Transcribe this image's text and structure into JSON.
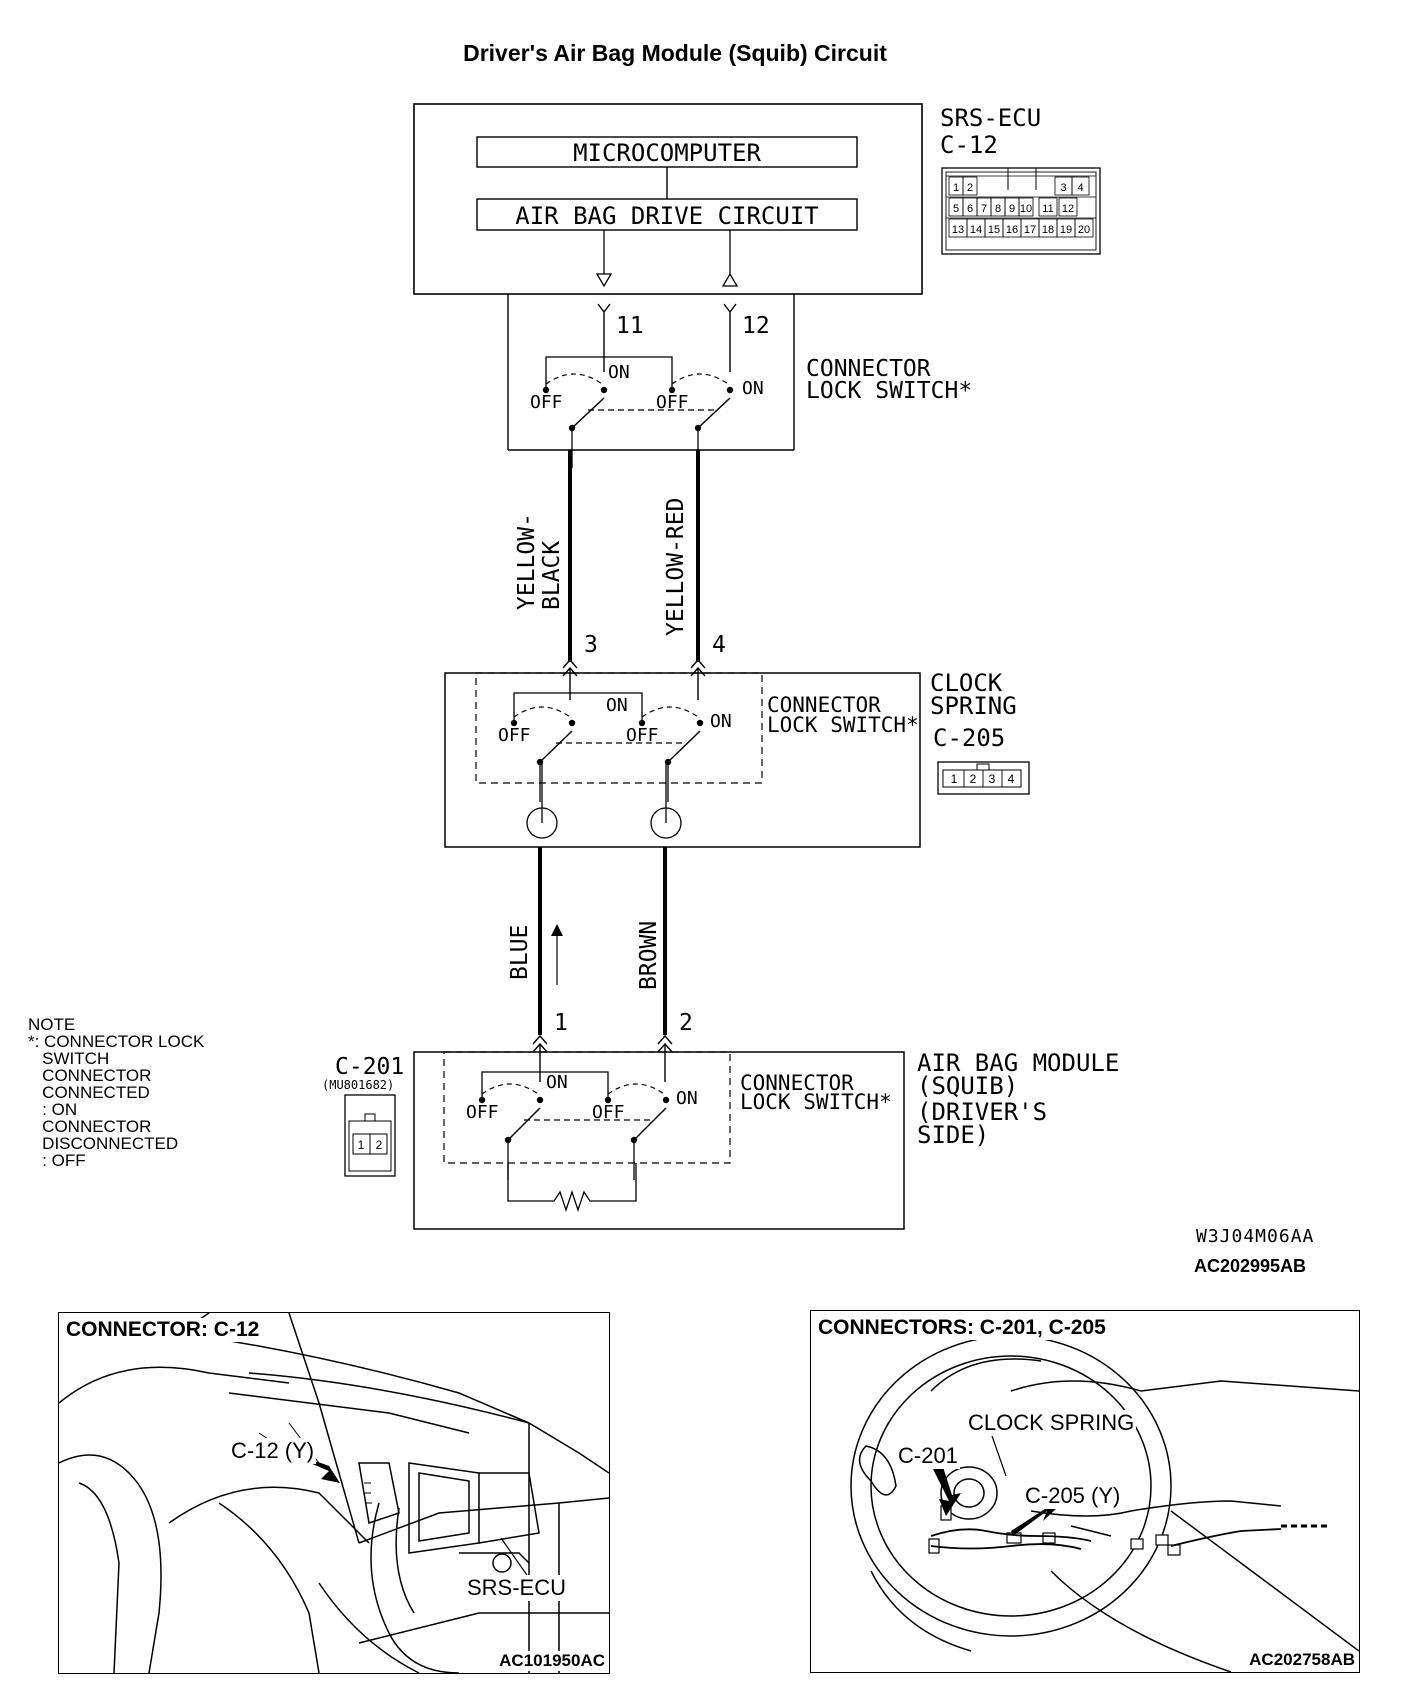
{
  "title": "Driver's Air Bag Module (Squib) Circuit",
  "srs_ecu": {
    "name": "SRS-ECU",
    "connector": "C-12",
    "microcomputer": "MICROCOMPUTER",
    "drive_circuit": "AIR BAG DRIVE CIRCUIT",
    "pins_row1": [
      "1",
      "2",
      "3",
      "4"
    ],
    "pins_row2": [
      "5",
      "6",
      "7",
      "8",
      "9",
      "10",
      "11",
      "12"
    ],
    "pins_row3": [
      "13",
      "14",
      "15",
      "16",
      "17",
      "18",
      "19",
      "20"
    ],
    "terminal_a": "11",
    "terminal_b": "12"
  },
  "lock_switch_label": [
    "CONNECTOR",
    "LOCK SWITCH*"
  ],
  "switch_on": "ON",
  "switch_off": "OFF",
  "wires_upper": {
    "left": [
      "YELLOW-",
      "BLACK"
    ],
    "right": "YELLOW-RED"
  },
  "clock_spring": {
    "name": [
      "CLOCK",
      "SPRING"
    ],
    "connector": "C-205",
    "pins": [
      "1",
      "2",
      "3",
      "4"
    ],
    "terminal_a": "3",
    "terminal_b": "4"
  },
  "wires_lower": {
    "left": "BLUE",
    "right": "BROWN"
  },
  "air_bag_module": {
    "name": [
      "AIR BAG MODULE",
      "(SQUIB)",
      "(DRIVER'S",
      " SIDE)"
    ],
    "connector": "C-201",
    "part_no": "(MU801682)",
    "pins": [
      "1",
      "2"
    ],
    "terminal_a": "1",
    "terminal_b": "2"
  },
  "note": {
    "heading": "NOTE",
    "lines": [
      "*: CONNECTOR LOCK",
      "   SWITCH",
      "   CONNECTOR",
      "   CONNECTED",
      "   : ON",
      "   CONNECTOR",
      "   DISCONNECTED",
      "   : OFF"
    ]
  },
  "diagram_codes": [
    "W3J04M06AA",
    "AC202995AB"
  ],
  "panel_left": {
    "title": "CONNECTOR: C-12",
    "callout_connector": "C-12 (Y)",
    "callout_unit": "SRS-ECU",
    "code": "AC101950AC"
  },
  "panel_right": {
    "title": "CONNECTORS: C-201, C-205",
    "callout_spring": "CLOCK SPRING",
    "callout_c201": "C-201",
    "callout_c205": "C-205 (Y)",
    "code": "AC202758AB"
  }
}
